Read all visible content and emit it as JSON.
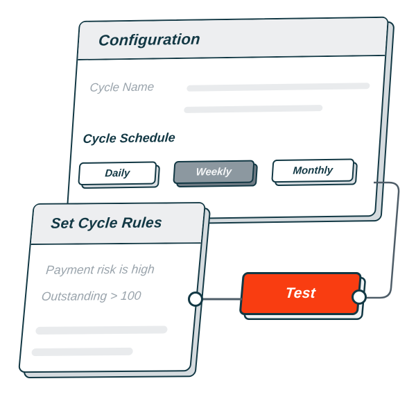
{
  "colors": {
    "outline": "#123844",
    "accent_red": "#F93D11",
    "selected_gray": "#8C98A0",
    "header_gray": "#EDEEF0",
    "connector_line": "#4E5D68",
    "muted_text": "#9AA4AC"
  },
  "configuration_card": {
    "title": "Configuration",
    "cycle_name_label": "Cycle Name",
    "schedule_label": "Cycle Schedule",
    "schedule_options": [
      {
        "label": "Daily",
        "selected": false
      },
      {
        "label": "Weekly",
        "selected": true
      },
      {
        "label": "Monthly",
        "selected": false
      }
    ]
  },
  "rules_card": {
    "title": "Set Cycle Rules",
    "rules": [
      "Payment risk is high",
      "Outstanding > 100"
    ]
  },
  "test_node": {
    "label": "Test"
  }
}
